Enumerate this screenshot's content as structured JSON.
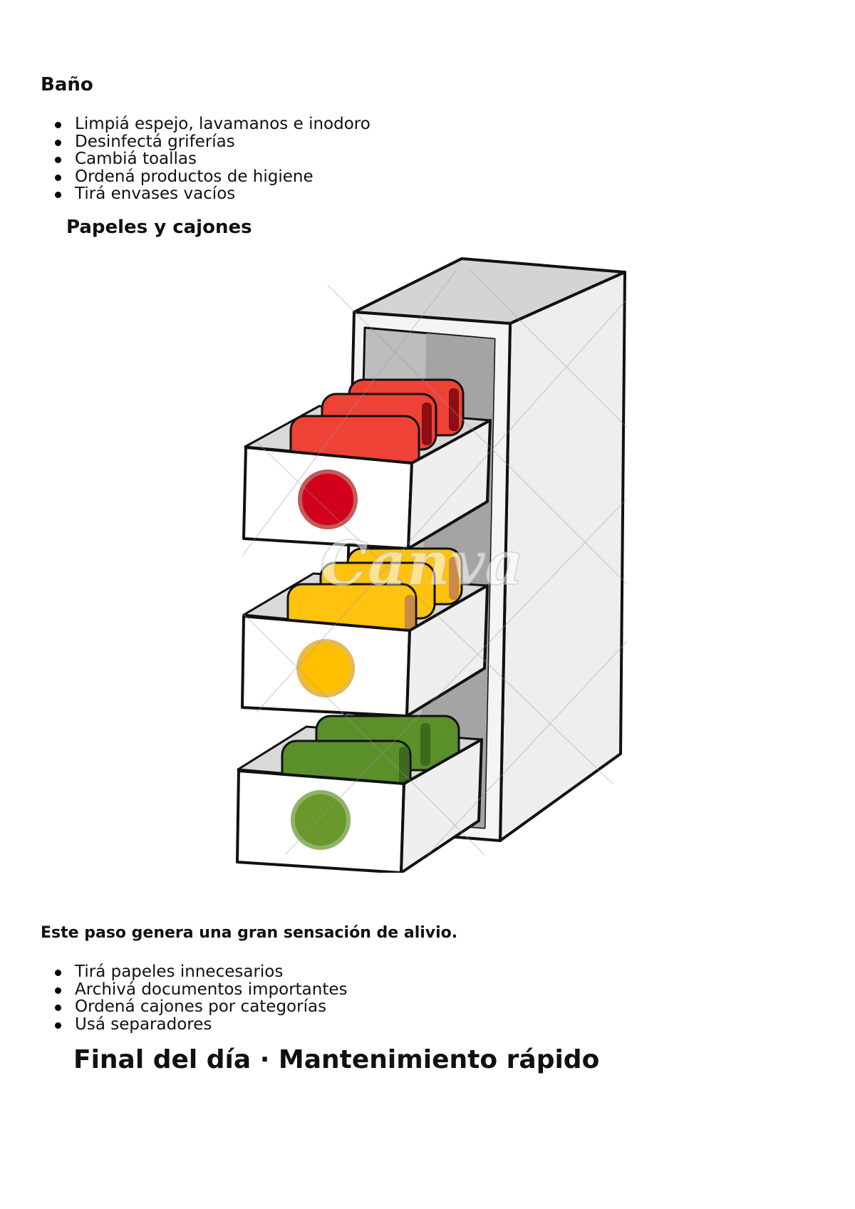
{
  "bathroom": {
    "title": "Baño",
    "items": [
      "Limpiá espejo, lavamanos e inodoro",
      "Desinfectá griferías",
      "Cambiá toallas",
      "Ordená productos de higiene",
      "Tirá envases vacíos"
    ]
  },
  "papers": {
    "title": "Papeles y cajones",
    "lead": "Este paso genera una gran sensación de alivio.",
    "items": [
      "Tirá papeles innecesarios",
      "Archivá documentos importantes",
      "Ordená cajones por categorías",
      "Usá separadores"
    ]
  },
  "illustration": {
    "watermark": "Canva",
    "icon": "drawer-cabinet-icon",
    "drawer_colors": {
      "top": "#d2001a",
      "middle": "#ffbf00",
      "bottom": "#6a982a"
    },
    "folder_colors": {
      "top": "#ef4236",
      "middle": "#ffc20e",
      "bottom": "#5a8f2a"
    }
  },
  "final": {
    "title": "Final del día · Mantenimiento rápido"
  }
}
